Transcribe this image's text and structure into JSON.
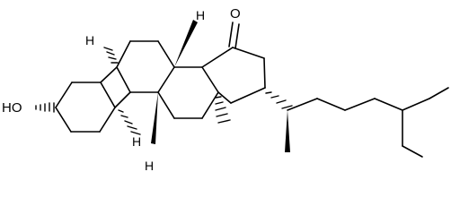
{
  "labels": {
    "oxygen_ketone": "O",
    "hydroxyl": "HO",
    "h_c5": "H",
    "h_c8": "H",
    "h_c9": "H",
    "h_c14": "H"
  }
}
